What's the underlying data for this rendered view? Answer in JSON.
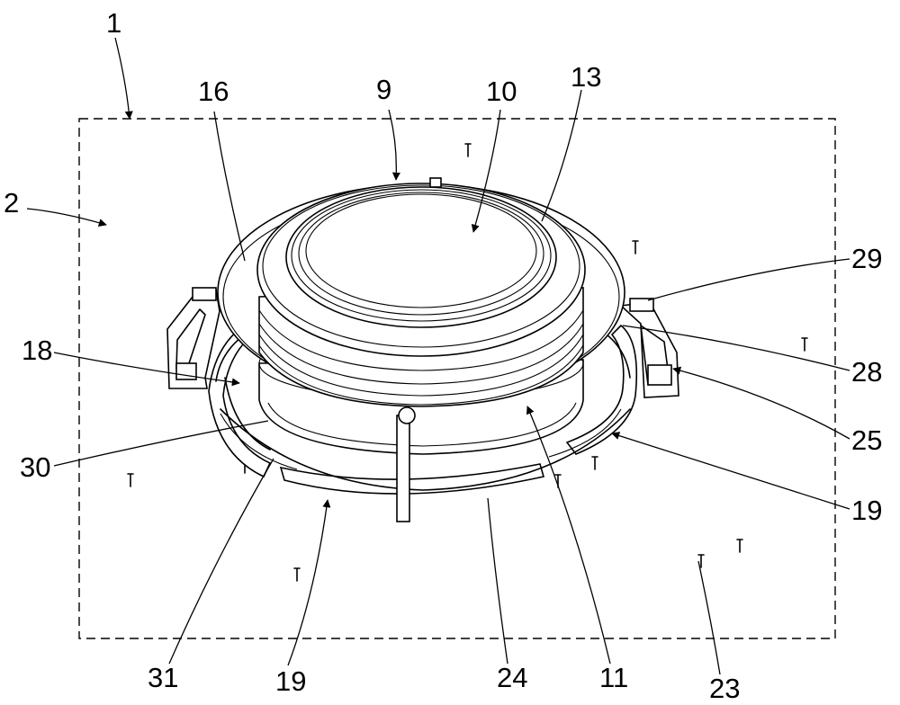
{
  "reference_numerals": {
    "n1": "1",
    "n2": "2",
    "n9": "9",
    "n10": "10",
    "n13": "13",
    "n16": "16",
    "n18": "18",
    "n29": "29",
    "n28": "28",
    "n25": "25",
    "n30": "30",
    "n19_right": "19",
    "n19_bottom": "19",
    "n31": "31",
    "n24": "24",
    "n11": "11",
    "n23": "23"
  },
  "colors": {
    "line": "#000000",
    "background": "#ffffff"
  }
}
